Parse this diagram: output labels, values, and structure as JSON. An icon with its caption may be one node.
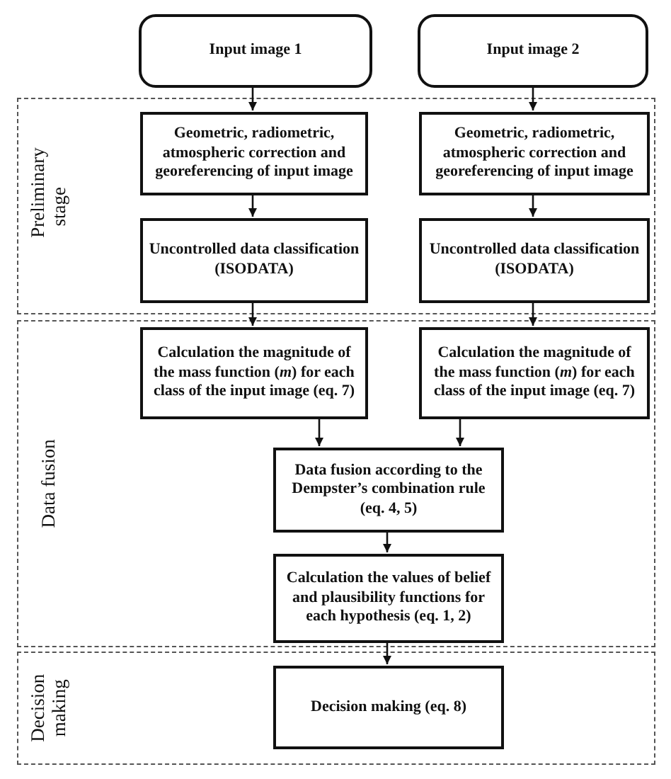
{
  "diagram": {
    "nodes": [
      {
        "text": [
          "Input image 1"
        ]
      },
      {
        "text": [
          "Input image 2"
        ]
      },
      {
        "text": [
          "Preliminary stage"
        ]
      },
      {
        "text": [
          "Geometric, radiometric, atmospheric correction and georeferencing of input image"
        ],
        "in": 2
      },
      {
        "text": [
          "Geometric, radiometric, atmospheric correction and georeferencing of input image"
        ],
        "in": 2
      },
      {
        "text": [
          "Uncontrolled data classification (ISODATA)"
        ],
        "in": 2
      },
      {
        "text": [
          "Uncontrolled data classification (ISODATA)"
        ],
        "in": 2
      },
      {
        "text": [
          "Data fusion"
        ]
      },
      {
        "text": [
          "Calculation the magnitude of the mass function (*m*) for each class of the input image (eq. 7)"
        ],
        "in": 7
      },
      {
        "text": [
          "Calculation the magnitude of the mass function (*m*) for each class of the input image (eq. 7)"
        ],
        "in": 7
      },
      {
        "text": [
          "Data fusion according to the Dempster’s combination rule (eq. 4, 5)"
        ],
        "in": 7
      },
      {
        "text": [
          "Calculation the values of belief and plausibility functions for each hypothesis (eq. 1, 2)"
        ],
        "in": 7
      },
      {
        "text": [
          "Decision making"
        ]
      },
      {
        "text": [
          "Decision making (eq. 8)"
        ],
        "in": 12
      }
    ],
    "edges": [
      {
        "from": 0,
        "to": 3,
        "arrow": "to"
      },
      {
        "from": 1,
        "to": 4,
        "arrow": "to"
      },
      {
        "from": 3,
        "to": 5,
        "arrow": "to"
      },
      {
        "from": 4,
        "to": 6,
        "arrow": "to"
      },
      {
        "from": 5,
        "to": 8,
        "arrow": "to"
      },
      {
        "from": 6,
        "to": 9,
        "arrow": "to"
      },
      {
        "from": 8,
        "to": 10,
        "arrow": "to"
      },
      {
        "from": 9,
        "to": 10,
        "arrow": "to"
      },
      {
        "from": 10,
        "to": 11,
        "arrow": "to"
      },
      {
        "from": 11,
        "to": 13,
        "arrow": "to"
      }
    ]
  }
}
